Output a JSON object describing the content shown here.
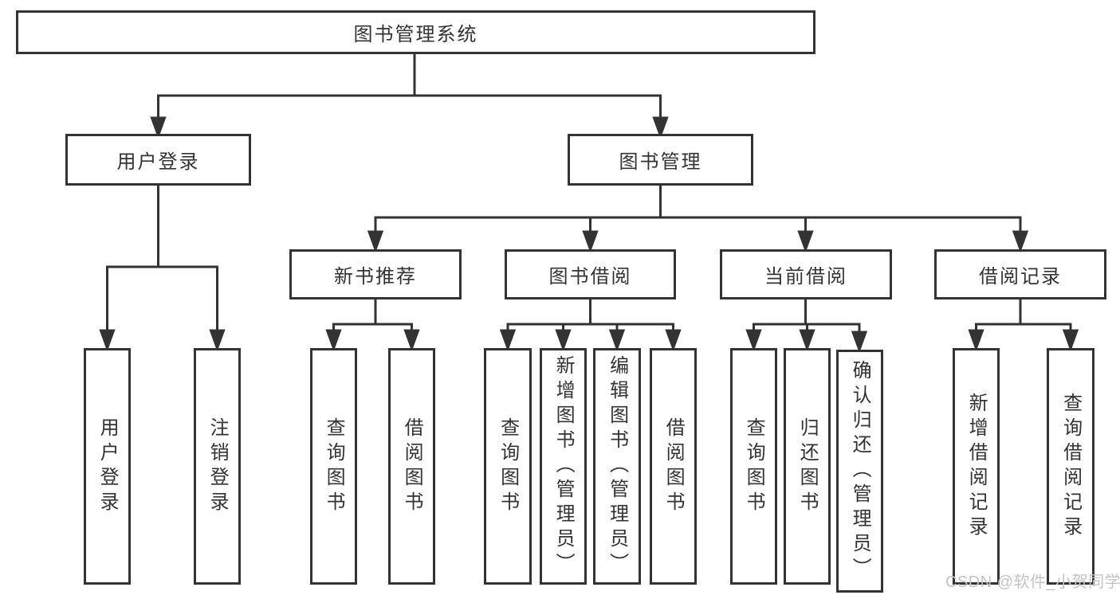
{
  "diagram": {
    "nodes": {
      "root": "图书管理系统",
      "user_login": "用户登录",
      "book_mgmt": "图书管理",
      "new_book_rec": "新书推荐",
      "book_borrow": "图书借阅",
      "current_borrow": "当前借阅",
      "borrow_record": "借阅记录",
      "leaf_user_login": "用户登录",
      "leaf_logout": "注销登录",
      "leaf_nb_query": "查询图书",
      "leaf_nb_borrow": "借阅图书",
      "leaf_bb_query": "查询图书",
      "leaf_bb_add": "新增图书（管理员）",
      "leaf_bb_edit": "编辑图书（管理员）",
      "leaf_bb_borrow": "借阅图书",
      "leaf_cb_query": "查询图书",
      "leaf_cb_return": "归还图书",
      "leaf_cb_confirm": "确认归还（管理员）",
      "leaf_br_add": "新增借阅记录",
      "leaf_br_query": "查询借阅记录"
    }
  },
  "watermark": "CSDN @软件_小贺同学",
  "colors": {
    "line": "#333333",
    "text": "#333333",
    "background": "#ffffff",
    "watermark": "#c4c4c4"
  }
}
